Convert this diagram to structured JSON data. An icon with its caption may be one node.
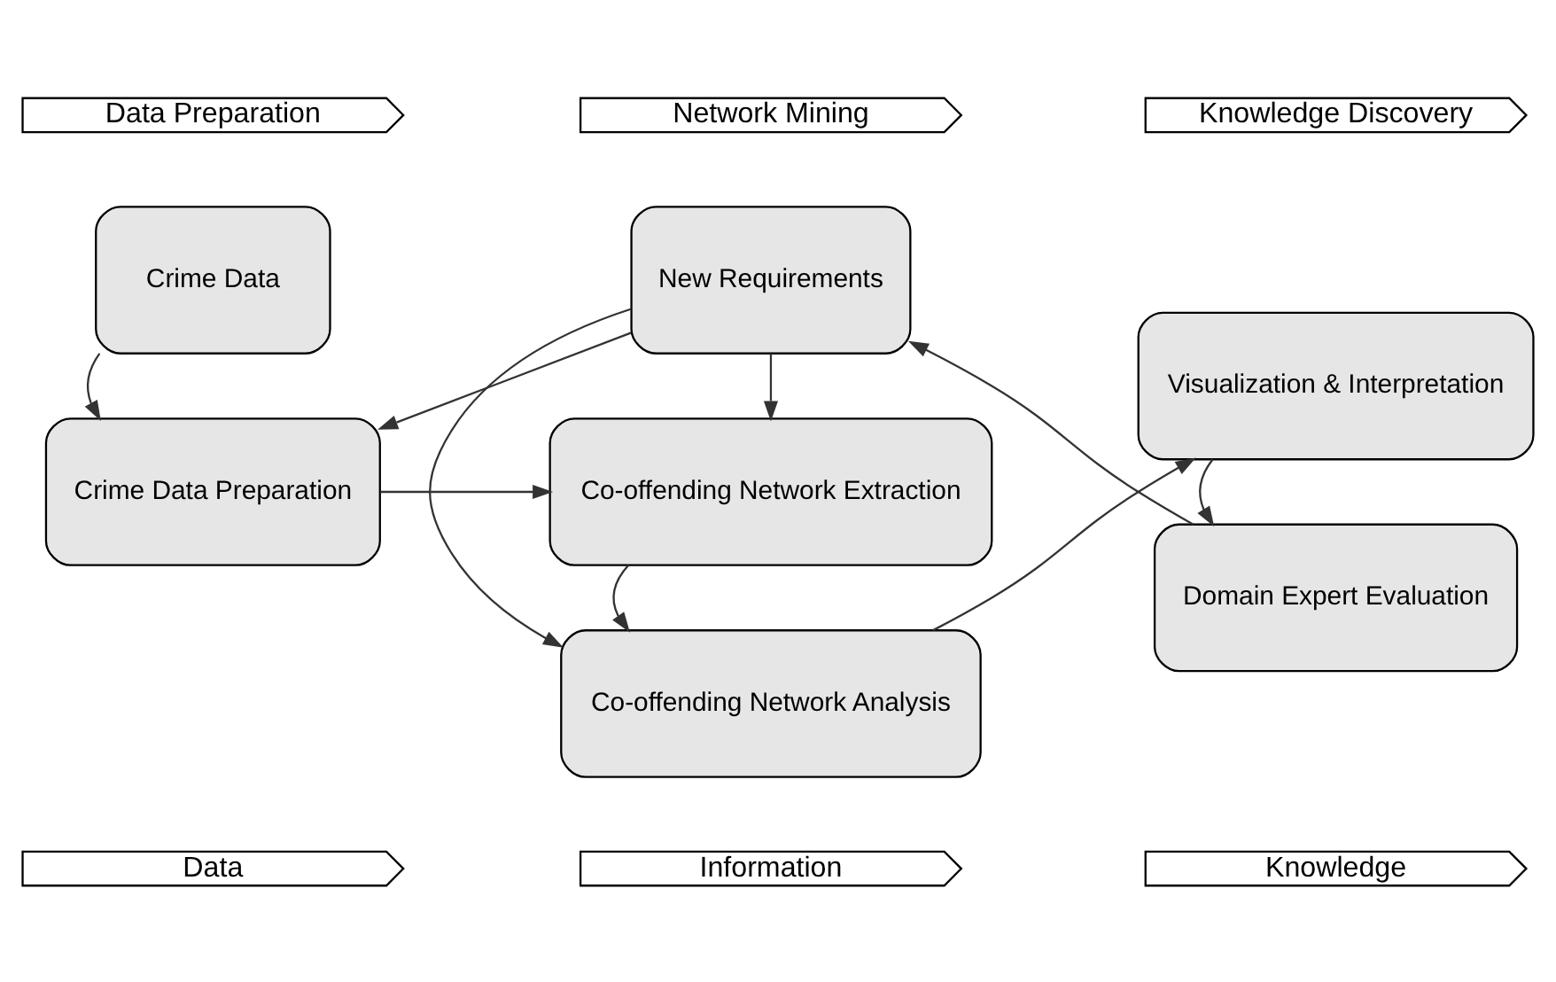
{
  "diagram": {
    "nodes": [
      {
        "text": [
          "Data Preparation"
        ]
      },
      {
        "text": [
          "Network Mining"
        ]
      },
      {
        "text": [
          "Knowledge Discovery"
        ]
      },
      {
        "text": [
          "Crime Data"
        ]
      },
      {
        "text": [
          "Crime Data Preparation"
        ]
      },
      {
        "text": [
          "Co-offending Network Extraction"
        ]
      },
      {
        "text": [
          "Co-offending Network Analysis"
        ]
      },
      {
        "text": [
          "New Requirements"
        ]
      },
      {
        "text": [
          "Visualization & Interpretation"
        ]
      },
      {
        "text": [
          "Domain Expert Evaluation"
        ]
      },
      {
        "text": [
          "Data"
        ]
      },
      {
        "text": [
          "Information"
        ]
      },
      {
        "text": [
          "Knowledge"
        ]
      }
    ],
    "edges": [
      {
        "from": 3,
        "to": 4,
        "arrow": "to"
      },
      {
        "from": 4,
        "to": 5,
        "arrow": "to"
      },
      {
        "from": 5,
        "to": 6,
        "arrow": "to"
      },
      {
        "from": 7,
        "to": 5,
        "arrow": "to"
      },
      {
        "from": 7,
        "to": 6,
        "arrow": "to"
      },
      {
        "from": 7,
        "to": 4,
        "arrow": "to"
      },
      {
        "from": 6,
        "to": 8,
        "arrow": "to"
      },
      {
        "from": 8,
        "to": 9,
        "arrow": "to"
      },
      {
        "from": 9,
        "to": 7,
        "arrow": "to"
      }
    ]
  }
}
